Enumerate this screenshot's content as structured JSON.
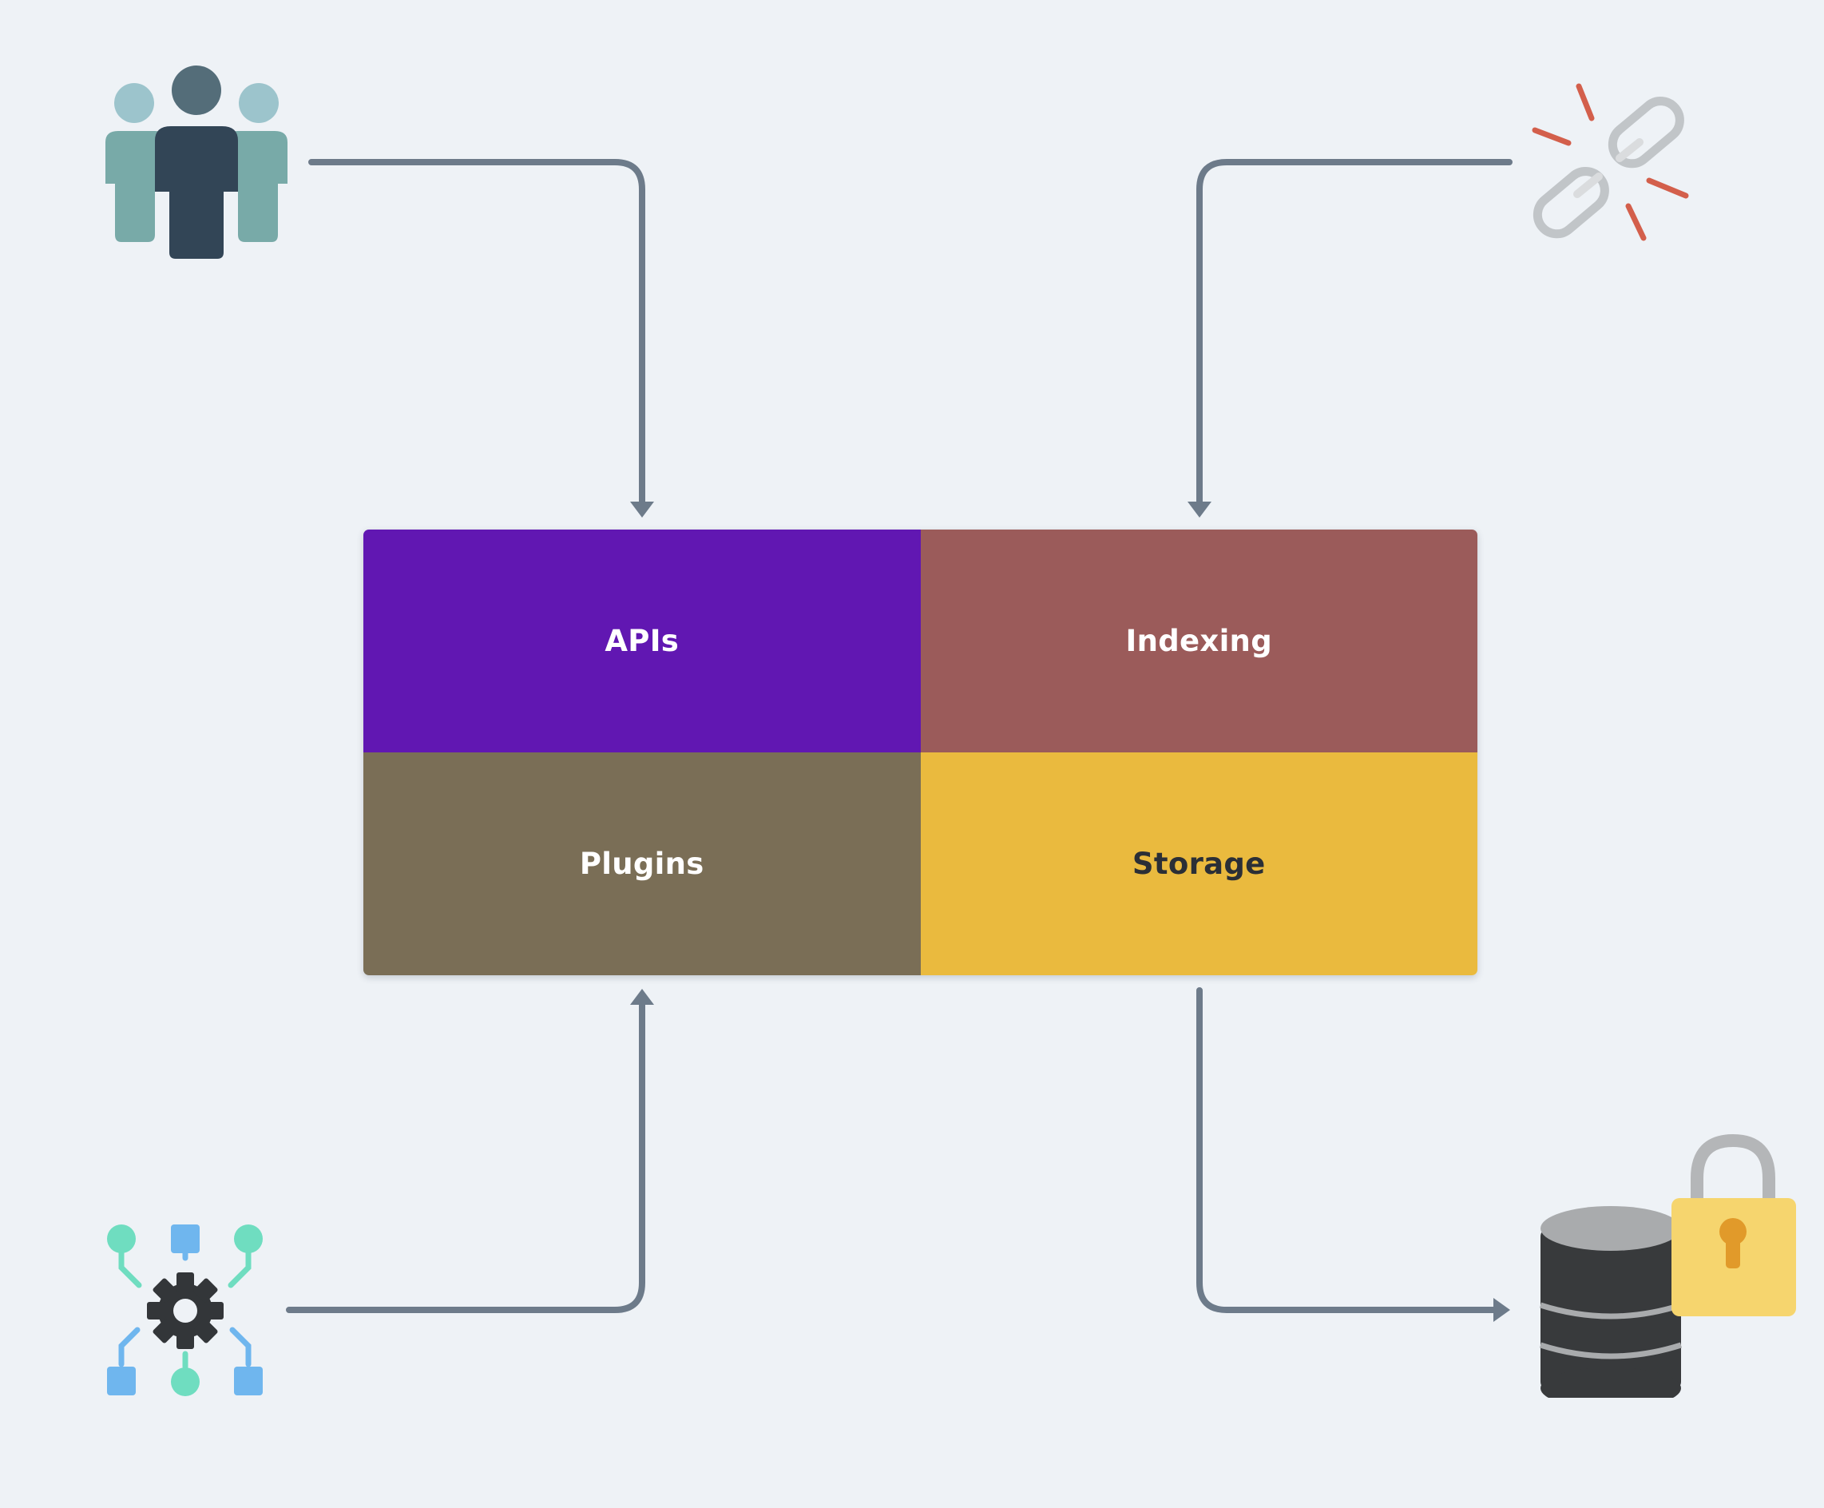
{
  "blocks": [
    {
      "label": "APIs",
      "color": "#6117b2",
      "text_color": "#ffffff"
    },
    {
      "label": "Indexing",
      "color": "#9b5b5a",
      "text_color": "#ffffff"
    },
    {
      "label": "Plugins",
      "color": "#7a6e56",
      "text_color": "#ffffff"
    },
    {
      "label": "Storage",
      "color": "#eaba3e",
      "text_color": "#2b2f36"
    }
  ],
  "icons": [
    "users-group-icon",
    "broken-link-icon",
    "settings-network-icon",
    "secure-database-icon"
  ],
  "colors": {
    "background": "#eef2f6",
    "connector": "#6d7b8a"
  }
}
